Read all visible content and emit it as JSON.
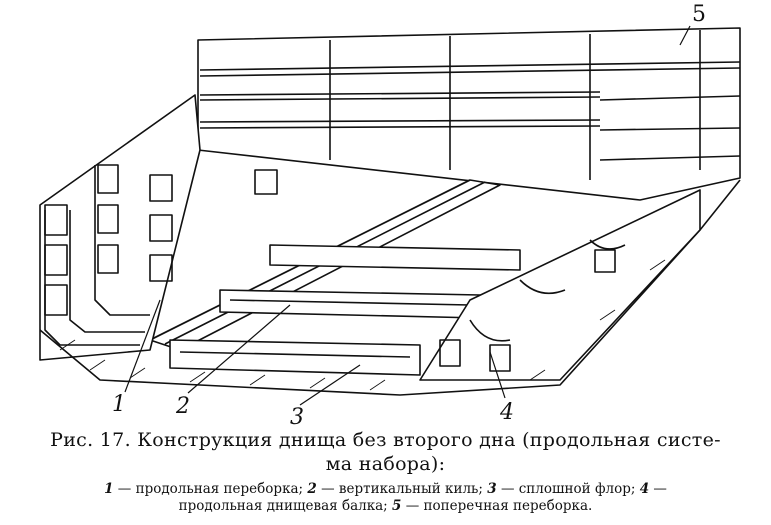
{
  "figure": {
    "callouts": [
      "1",
      "2",
      "3",
      "4",
      "5"
    ],
    "caption": {
      "title_line1": "Рис. 17. Конструкция днища без второго дна (продольная систе-",
      "title_line2": "ма набора):",
      "legend": [
        {
          "num": "1",
          "text": " — продольная переборка; "
        },
        {
          "num": "2",
          "text": " — вертикальный киль; "
        },
        {
          "num": "3",
          "text": " — сплошной флор; "
        },
        {
          "num": "4",
          "text": " — "
        },
        {
          "num": "",
          "text": "продольная днищевая балка; "
        },
        {
          "num": "5",
          "text": " — поперечная переборка."
        }
      ]
    }
  }
}
